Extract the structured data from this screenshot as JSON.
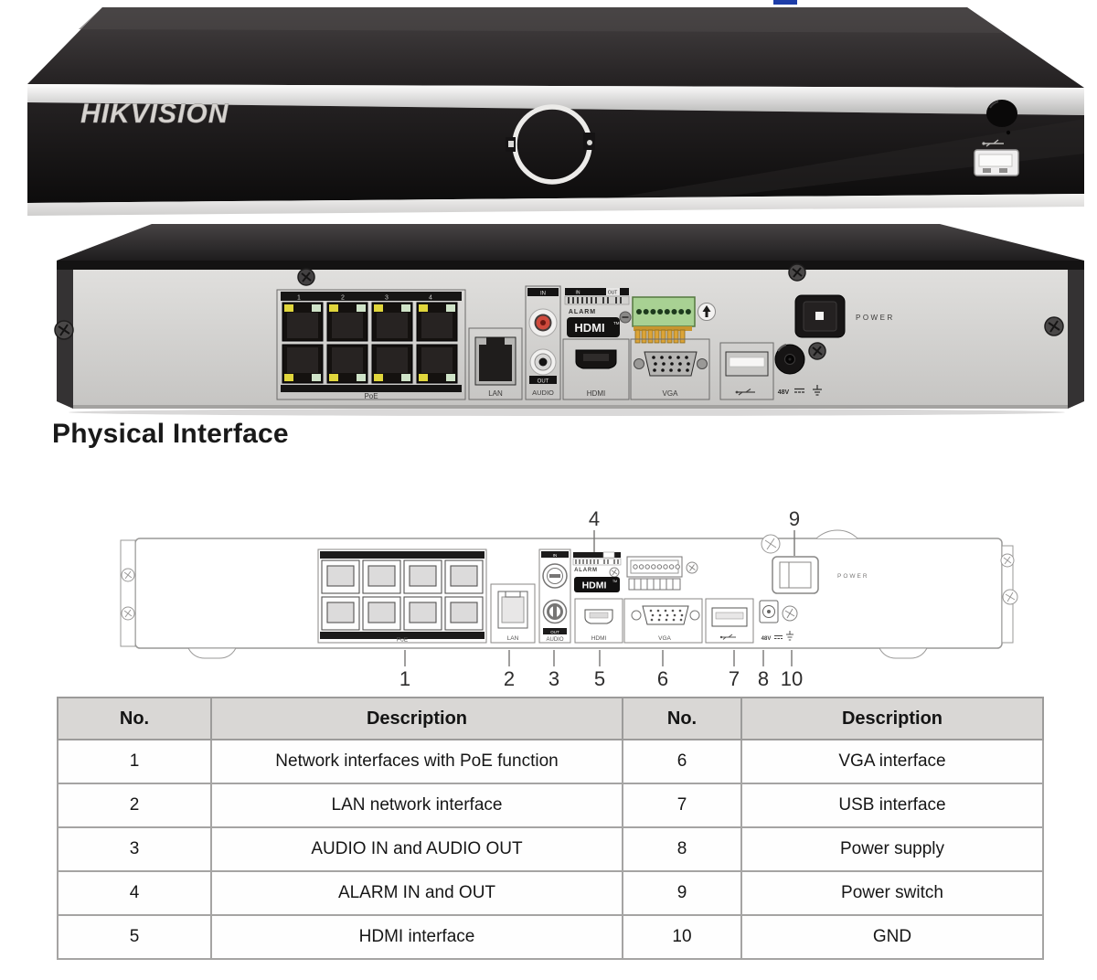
{
  "heading": {
    "text": "Physical Interface"
  },
  "front_view": {
    "brand": "HIKVISION"
  },
  "rear_view": {
    "poe_numbers": [
      "1",
      "2",
      "3",
      "4"
    ],
    "labels": {
      "poe": "PoE",
      "lan": "LAN",
      "audio_in": "IN",
      "audio_out": "OUT",
      "audio": "AUDIO",
      "alarm_in": "IN",
      "alarm_out": "OUT",
      "alarm": "ALARM",
      "hdmi_badge": "HDMI",
      "hdmi_tm": "TM",
      "hdmi": "HDMI",
      "vga": "VGA",
      "voltage": "48V",
      "power": "POWER"
    }
  },
  "diagram": {
    "labels": {
      "poe": "PoE",
      "lan": "LAN",
      "audio_in": "IN",
      "audio_out": "OUT",
      "audio": "AUDIO",
      "alarm": "ALARM",
      "hdmi_badge": "HDMI",
      "hdmi_tm": "TM",
      "hdmi": "HDMI",
      "vga": "VGA",
      "voltage": "48V",
      "power": "POWER"
    },
    "callouts": {
      "top": [
        "4",
        "9"
      ],
      "bottom": [
        "1",
        "2",
        "3",
        "5",
        "6",
        "7",
        "8",
        "10"
      ]
    }
  },
  "table": {
    "headers": [
      "No.",
      "Description",
      "No.",
      "Description"
    ],
    "rows": [
      [
        "1",
        "Network interfaces with PoE function",
        "6",
        "VGA interface"
      ],
      [
        "2",
        "LAN network interface",
        "7",
        "USB interface"
      ],
      [
        "3",
        "AUDIO IN and AUDIO OUT",
        "8",
        "Power supply"
      ],
      [
        "4",
        "ALARM IN and OUT",
        "9",
        "Power switch"
      ],
      [
        "5",
        "HDMI interface",
        "10",
        "GND"
      ]
    ]
  },
  "colors": {
    "accent_blue": "#1d3da8",
    "device_black": "#161414",
    "panel_gray": "#d6d5d3",
    "terminal_green": "#a8d193",
    "rca_red": "#cf4a3d",
    "led_yellow": "#e0d63c"
  }
}
